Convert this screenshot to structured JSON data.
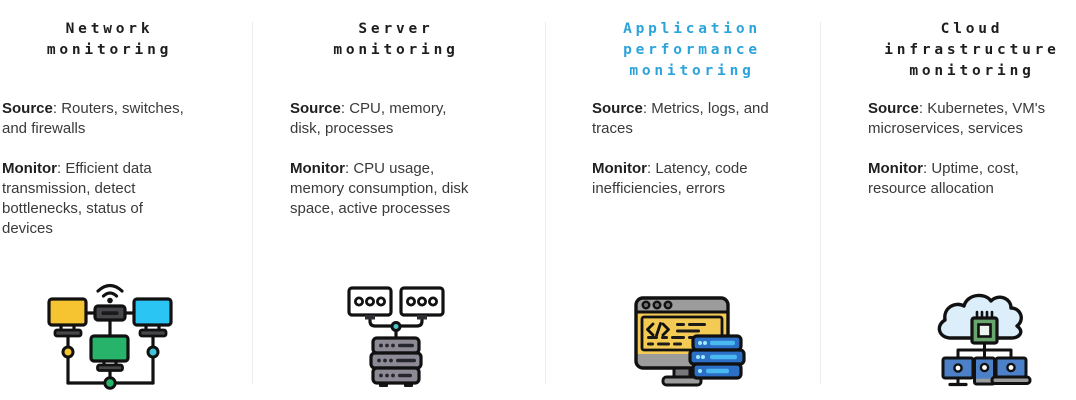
{
  "page": {
    "background": "#ffffff"
  },
  "colors": {
    "accent_blue": "#2BA3DB",
    "title_dark": "#1D1D1F",
    "body_text": "#3A3A3A",
    "divider": "#ECECEC",
    "icon_yellow": "#F6C431",
    "icon_cyan": "#2BC5F4",
    "icon_green": "#27B36A",
    "icon_dark_gray": "#46464B",
    "icon_server_gray": "#8D8995",
    "icon_teal": "#4FC3CC",
    "icon_screen_yellow": "#F3CA54",
    "icon_bar_gray": "#9C9C9C",
    "icon_blue": "#2B6FC7",
    "icon_light_blue": "#49B9EF",
    "icon_cyan_dot": "#9FEBFB",
    "icon_cloud_fill": "#DCEEF9",
    "icon_chip_green": "#69A66D",
    "icon_device_blue": "#4C80C8"
  },
  "columns": [
    {
      "id": "network-monitoring",
      "title": "Network\nmonitoring",
      "accent": false,
      "source": {
        "label": "Source",
        "text": ": Routers, switches,\nand firewalls"
      },
      "monitor": {
        "label": "Monitor",
        "text": ": Efficient data\ntransmission, detect\nbottlenecks, status of\ndevices"
      },
      "icon": "network-diagram-icon"
    },
    {
      "id": "server-monitoring",
      "title": "Server\nmonitoring",
      "accent": false,
      "source": {
        "label": "Source",
        "text": ": CPU, memory,\ndisk, processes"
      },
      "monitor": {
        "label": "Monitor",
        "text": ": CPU usage,\nmemory consumption, disk\nspace, active processes"
      },
      "icon": "server-rack-icon"
    },
    {
      "id": "application-performance-monitoring",
      "title": "Application\nperformance\nmonitoring",
      "accent": true,
      "source": {
        "label": "Source",
        "text": ": Metrics, logs, and\ntraces"
      },
      "monitor": {
        "label": "Monitor",
        "text": ": Latency, code\ninefficiencies, errors"
      },
      "icon": "code-browser-icon"
    },
    {
      "id": "cloud-infrastructure-monitoring",
      "title": "Cloud\ninfrastructure\nmonitoring",
      "accent": false,
      "source": {
        "label": "Source",
        "text": ": Kubernetes, VM's\nmicroservices, services"
      },
      "monitor": {
        "label": "Monitor",
        "text": ": Uptime, cost,\nresource allocation"
      },
      "icon": "cloud-network-icon"
    }
  ]
}
